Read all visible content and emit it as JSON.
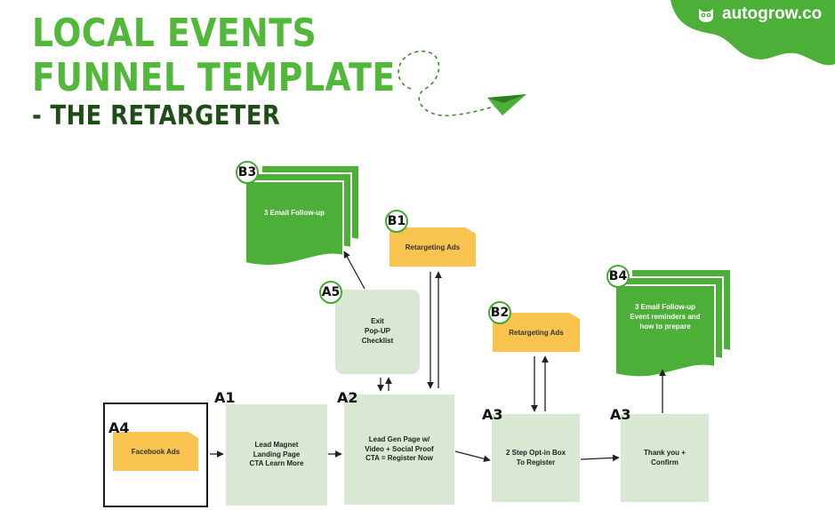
{
  "title": {
    "line1": "LOCAL EVENTS",
    "line2": "FUNNEL TEMPLATE",
    "line3": "- THE RETARGETER"
  },
  "brand": {
    "name": "autogrow.co",
    "icon": "owl-logo-icon",
    "color": "#4caf37"
  },
  "colors": {
    "green": "#4caf37",
    "dark_green": "#1f4d17",
    "box": "#d8e8d2",
    "note": "#f9c34f"
  },
  "nodes": {
    "a1": {
      "badge": "A1",
      "text": "Lead Magnet\nLanding Page\nCTA Learn More"
    },
    "a2": {
      "badge": "A2",
      "text": "Lead Gen Page w/\nVideo + Social Proof\nCTA = Register Now"
    },
    "a3_optin": {
      "badge": "A3",
      "text": "2 Step Opt-in Box\nTo Register"
    },
    "a3_thanks": {
      "badge": "A3",
      "text": "Thank you +\nConfirm"
    },
    "a4": {
      "badge": "A4",
      "text": "Facebook Ads"
    },
    "a5": {
      "badge": "A5",
      "text": "Exit\nPop-UP\nChecklist"
    },
    "b1": {
      "badge": "B1",
      "text": "Retargeting Ads"
    },
    "b2": {
      "badge": "B2",
      "text": "Retargeting Ads"
    },
    "b3": {
      "badge": "B3",
      "text": "3 Email Follow-up"
    },
    "b4": {
      "badge": "B4",
      "text": "3 Email Follow-up\nEvent reminders and\nhow to prepare"
    }
  }
}
